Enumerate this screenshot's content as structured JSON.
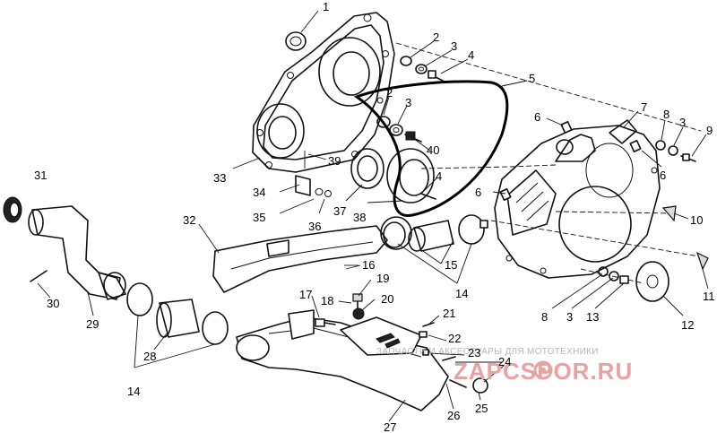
{
  "callouts": {
    "c1": "1",
    "c2a": "2",
    "c3a": "3",
    "c4a": "4",
    "c5": "5",
    "c2b": "2",
    "c3b": "3",
    "c6a": "6",
    "c7": "7",
    "c8a": "8",
    "c3c": "3",
    "c9": "9",
    "c40": "40",
    "c39": "39",
    "c33": "33",
    "c4b": "4",
    "c6b": "6",
    "c6c": "6",
    "c31": "31",
    "c34": "34",
    "c35": "35",
    "c36": "36",
    "c37": "37",
    "c38": "38",
    "c10": "10",
    "c32": "32",
    "c16": "16",
    "c15": "15",
    "c11": "11",
    "c30": "30",
    "c29": "29",
    "c19": "19",
    "c17": "17",
    "c18": "18",
    "c20": "20",
    "c14a": "14",
    "c8b": "8",
    "c3d": "3",
    "c13": "13",
    "c12": "12",
    "c21": "21",
    "c28": "28",
    "c22": "22",
    "c23": "23",
    "c24": "24",
    "c14b": "14",
    "c25": "25",
    "c26": "26",
    "c27": "27"
  },
  "watermark": {
    "tagline": "ЗАПЧАСТИ И АКСЕССУАРЫ ДЛЯ МОТОТЕХНИКИ",
    "brand": "ZAPCSPOR.RU"
  },
  "icons": [
    "gear-icon"
  ]
}
